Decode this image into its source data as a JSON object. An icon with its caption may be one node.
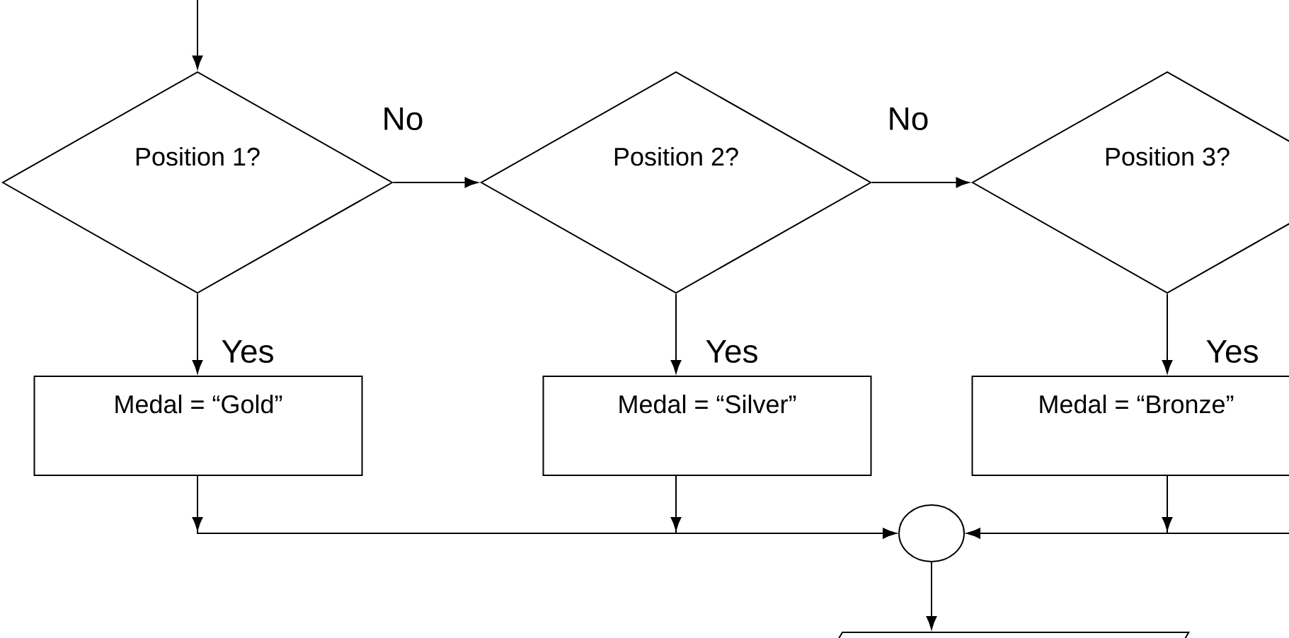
{
  "diagram": {
    "nodes": [
      {
        "text": [
          "Position 1?"
        ]
      },
      {
        "text": [
          "Position 2?"
        ]
      },
      {
        "text": [
          "Position 3?"
        ]
      },
      {
        "text": [
          "Medal = “Gold”"
        ]
      },
      {
        "text": [
          "Medal = “Silver”"
        ]
      },
      {
        "text": [
          "Medal = “Bronze”"
        ]
      },
      {
        "text": [],
        "shape": "circle"
      },
      {
        "text": [],
        "shape": "parallelogram"
      }
    ],
    "edges": [
      {
        "from": null,
        "to": 0,
        "arrow": "to"
      },
      {
        "from": 0,
        "to": 1,
        "arrow": "to",
        "label": "No"
      },
      {
        "from": 1,
        "to": 2,
        "arrow": "to",
        "label": "No"
      },
      {
        "from": 0,
        "to": 3,
        "arrow": "to",
        "label": "Yes"
      },
      {
        "from": 1,
        "to": 4,
        "arrow": "to",
        "label": "Yes"
      },
      {
        "from": 2,
        "to": 5,
        "arrow": "to",
        "label": "Yes"
      },
      {
        "from": 3,
        "to": 6,
        "arrow": "to"
      },
      {
        "from": 4,
        "to": 6,
        "arrow": "to"
      },
      {
        "from": 5,
        "to": 6,
        "arrow": "to"
      },
      {
        "from": null,
        "to": 6,
        "arrow": "to"
      },
      {
        "from": 6,
        "to": 7,
        "arrow": "to"
      }
    ]
  }
}
